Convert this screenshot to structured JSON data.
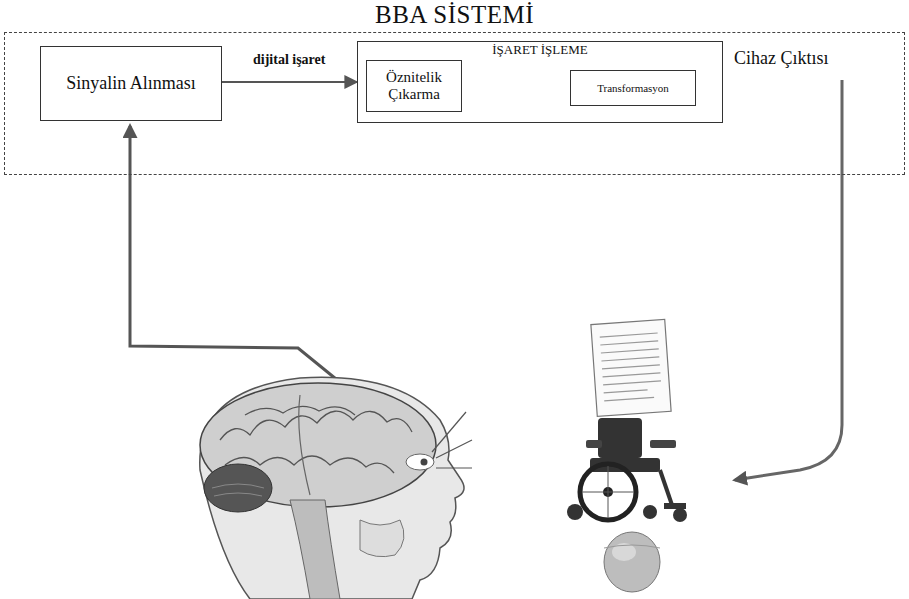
{
  "diagram": {
    "nodes": [
      {
        "text": [
          "BBA SİSTEMİ"
        ]
      },
      {
        "text": [
          "Sinyalin Alınması"
        ],
        "in": 0
      },
      {
        "text": [
          "İŞARET İŞLEME"
        ],
        "in": 0
      },
      {
        "text": [
          "Öznitelik Çıkarma"
        ],
        "in": 2
      },
      {
        "text": [
          "Transformasyon"
        ],
        "in": 2
      }
    ],
    "edges": [
      {
        "from": 1,
        "to": 2,
        "label": "dijital işaret",
        "arrow": "to"
      },
      {
        "from": 3,
        "to": 4,
        "arrow": "to"
      }
    ],
    "labels": [
      "Cihaz Çıktısı"
    ]
  }
}
